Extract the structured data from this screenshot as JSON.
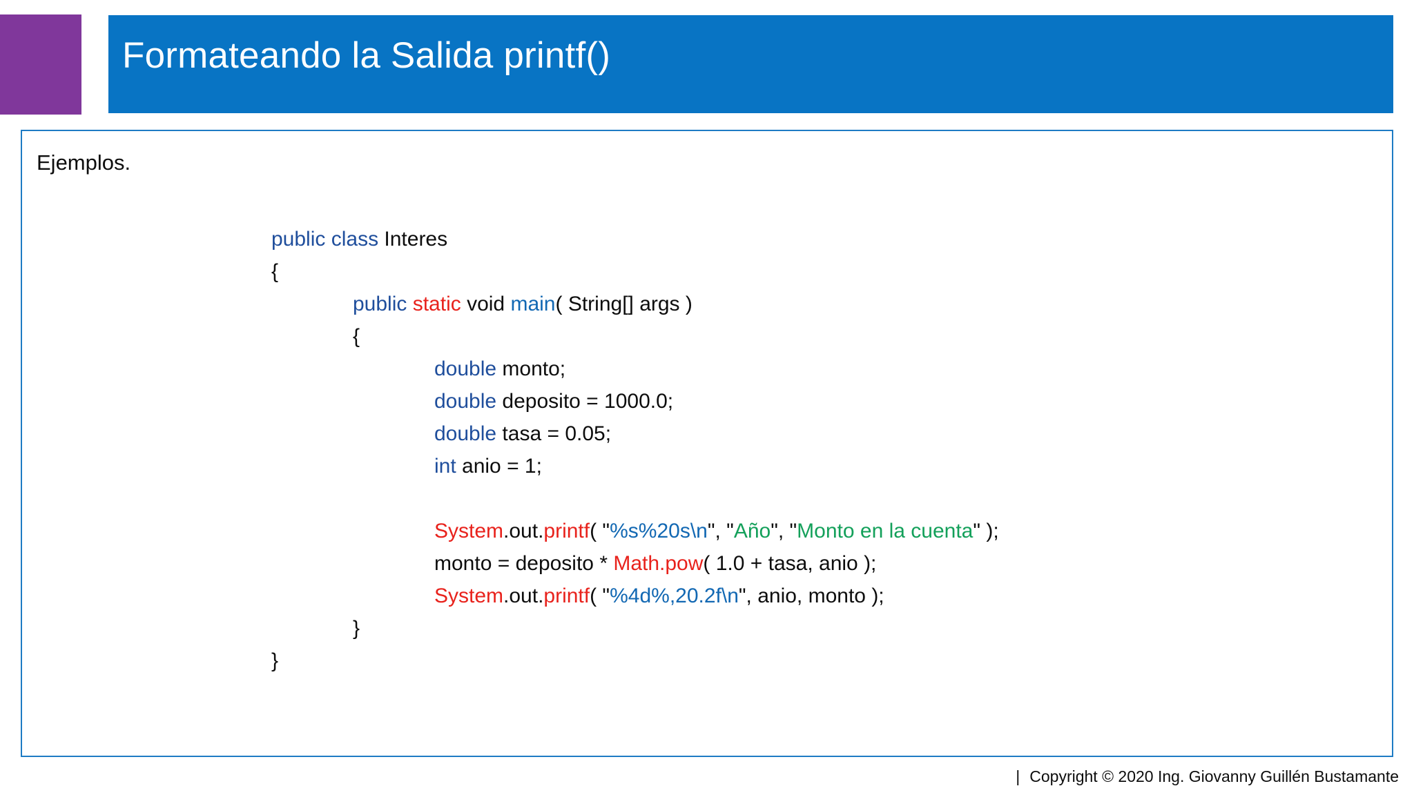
{
  "header": {
    "title": "Formateando la Salida printf()",
    "accent_color": "#80379B",
    "bar_color": "#0874C4",
    "title_color": "#FFFFFF"
  },
  "content": {
    "border_color": "#1E7BC4",
    "intro": "Ejemplos."
  },
  "code": {
    "language": "java",
    "colors": {
      "keyword": "#1F4E9C",
      "keyword_static": "#E8221C",
      "class_red": "#E8221C",
      "method_blue": "#1268B3",
      "format_string": "#1268B3",
      "string_green": "#13A05A",
      "plain": "#0D0D0D"
    },
    "lines": [
      {
        "indent": 0,
        "tokens": [
          {
            "t": "public class ",
            "c": "kw"
          },
          {
            "t": "Interes",
            "c": "plain"
          }
        ]
      },
      {
        "indent": 0,
        "tokens": [
          {
            "t": "{",
            "c": "plain"
          }
        ]
      },
      {
        "indent": 1,
        "tokens": [
          {
            "t": "public ",
            "c": "kw"
          },
          {
            "t": "static",
            "c": "kw-red"
          },
          {
            "t": " void ",
            "c": "plain"
          },
          {
            "t": "main",
            "c": "ident-blue"
          },
          {
            "t": "( String[] args )",
            "c": "plain"
          }
        ]
      },
      {
        "indent": 1,
        "tokens": [
          {
            "t": "{",
            "c": "plain"
          }
        ]
      },
      {
        "indent": 2,
        "tokens": [
          {
            "t": "double",
            "c": "kw"
          },
          {
            "t": " monto;",
            "c": "plain"
          }
        ]
      },
      {
        "indent": 2,
        "tokens": [
          {
            "t": "double",
            "c": "kw"
          },
          {
            "t": " deposito = 1000.0;",
            "c": "plain"
          }
        ]
      },
      {
        "indent": 2,
        "tokens": [
          {
            "t": "double",
            "c": "kw"
          },
          {
            "t": " tasa = 0.05;",
            "c": "plain"
          }
        ]
      },
      {
        "indent": 2,
        "tokens": [
          {
            "t": "int",
            "c": "kw"
          },
          {
            "t": " anio = 1;",
            "c": "plain"
          }
        ]
      },
      {
        "indent": 2,
        "blank": true,
        "tokens": []
      },
      {
        "indent": 2,
        "tokens": [
          {
            "t": "System",
            "c": "cls-red"
          },
          {
            "t": ".out.",
            "c": "plain"
          },
          {
            "t": "printf",
            "c": "cls-red"
          },
          {
            "t": "( \"",
            "c": "plain"
          },
          {
            "t": "%s%20s\\n",
            "c": "str-blue"
          },
          {
            "t": "\", \"",
            "c": "plain"
          },
          {
            "t": "Año",
            "c": "str-green"
          },
          {
            "t": "\", \"",
            "c": "plain"
          },
          {
            "t": "Monto en la cuenta",
            "c": "str-green"
          },
          {
            "t": "\" );",
            "c": "plain"
          }
        ]
      },
      {
        "indent": 2,
        "tokens": [
          {
            "t": "monto = deposito * ",
            "c": "plain"
          },
          {
            "t": "Math.pow",
            "c": "cls-red"
          },
          {
            "t": "( 1.0 + tasa, anio );",
            "c": "plain"
          }
        ]
      },
      {
        "indent": 2,
        "tokens": [
          {
            "t": "System",
            "c": "cls-red"
          },
          {
            "t": ".out.",
            "c": "plain"
          },
          {
            "t": "printf",
            "c": "cls-red"
          },
          {
            "t": "( \"",
            "c": "plain"
          },
          {
            "t": "%4d%,20.2f\\n",
            "c": "str-blue"
          },
          {
            "t": "\", anio, monto );",
            "c": "plain"
          }
        ]
      },
      {
        "indent": 1,
        "tokens": [
          {
            "t": "}",
            "c": "plain"
          }
        ]
      },
      {
        "indent": 0,
        "tokens": [
          {
            "t": "}",
            "c": "plain"
          }
        ]
      }
    ]
  },
  "footer": {
    "separator": "|",
    "text": "Copyright © 2020 Ing. Giovanny Guillén Bustamante"
  }
}
